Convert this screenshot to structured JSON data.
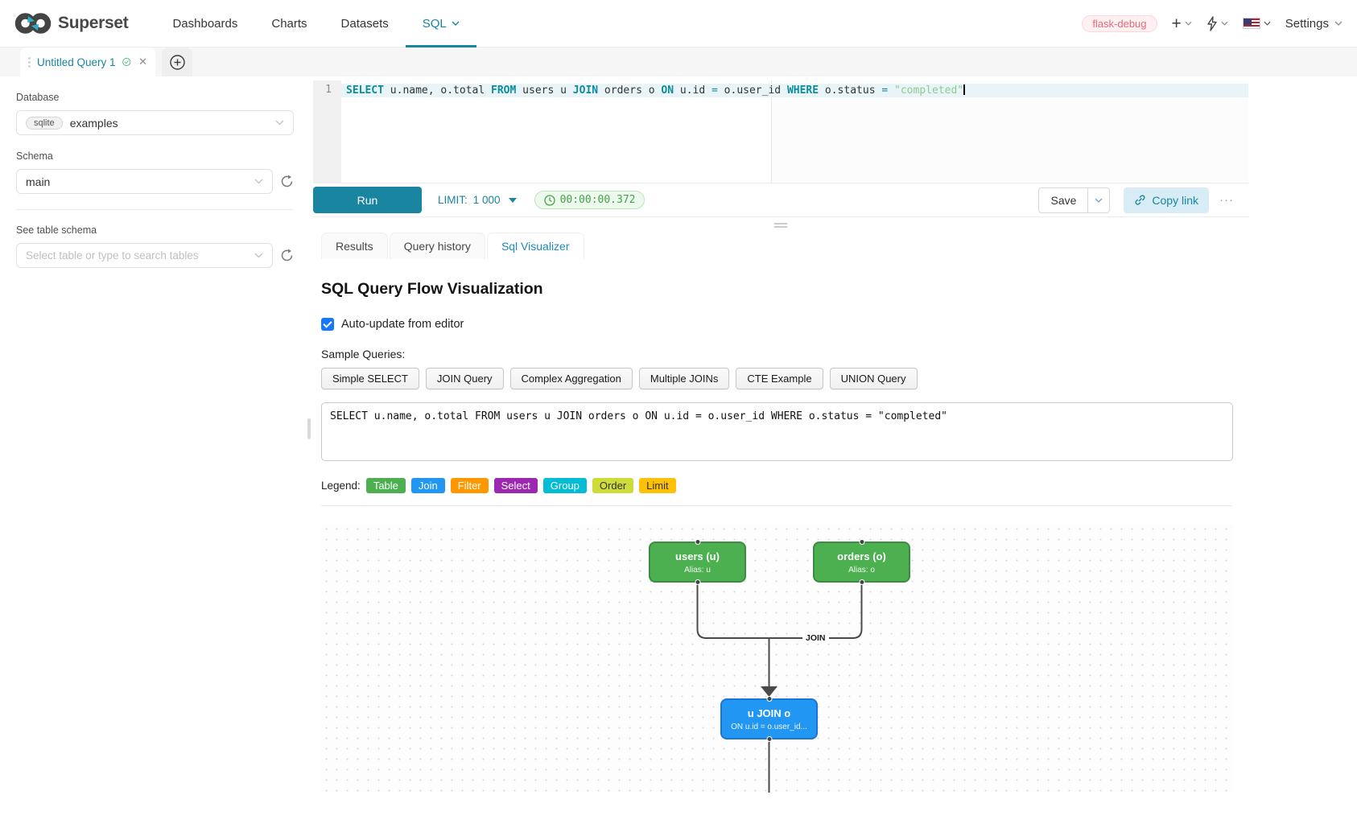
{
  "colors": {
    "accent": "#1985a0",
    "run_button": "#1a85a0",
    "timer_green": "#46a14c",
    "badge_pink": "#e5697b",
    "node_table": "#4caf50",
    "node_join": "#2196f3"
  },
  "nav": {
    "brand": "Superset",
    "items": [
      {
        "label": "Dashboards"
      },
      {
        "label": "Charts"
      },
      {
        "label": "Datasets"
      },
      {
        "label": "SQL"
      }
    ],
    "env_badge": "flask-debug",
    "settings_label": "Settings"
  },
  "editor_tab": {
    "title": "Untitled Query 1",
    "close_icon": "✕"
  },
  "sidebar": {
    "database_label": "Database",
    "database_engine": "sqlite",
    "database_name": "examples",
    "schema_label": "Schema",
    "schema_value": "main",
    "table_label": "See table schema",
    "table_placeholder": "Select table or type to search tables"
  },
  "sql_editor": {
    "line_number": "1",
    "tokens": [
      {
        "text": "SELECT",
        "type": "kw"
      },
      {
        "text": " u.name, o.total ",
        "type": "plain"
      },
      {
        "text": "FROM",
        "type": "kw"
      },
      {
        "text": " users u ",
        "type": "plain"
      },
      {
        "text": "JOIN",
        "type": "kw"
      },
      {
        "text": " orders o ",
        "type": "plain"
      },
      {
        "text": "ON",
        "type": "kw"
      },
      {
        "text": " u.id ",
        "type": "plain"
      },
      {
        "text": "=",
        "type": "op"
      },
      {
        "text": " o.user_id ",
        "type": "plain"
      },
      {
        "text": "WHERE",
        "type": "kw"
      },
      {
        "text": " o.status ",
        "type": "plain"
      },
      {
        "text": "=",
        "type": "op"
      },
      {
        "text": " ",
        "type": "plain"
      },
      {
        "text": "\"completed\"",
        "type": "str"
      }
    ]
  },
  "toolbar": {
    "run_label": "Run",
    "limit_label": "LIMIT:",
    "limit_value": "1 000",
    "timer": "00:00:00.372",
    "save_label": "Save",
    "copy_link_label": "Copy link",
    "more_icon": "···"
  },
  "result_tabs": [
    {
      "label": "Results"
    },
    {
      "label": "Query history"
    },
    {
      "label": "Sql Visualizer"
    }
  ],
  "visualizer": {
    "title": "SQL Query Flow Visualization",
    "auto_update_label": "Auto-update from editor",
    "auto_update_checked": true,
    "sample_queries_label": "Sample Queries:",
    "sample_queries": [
      {
        "label": "Simple SELECT"
      },
      {
        "label": "JOIN Query"
      },
      {
        "label": "Complex Aggregation"
      },
      {
        "label": "Multiple JOINs"
      },
      {
        "label": "CTE Example"
      },
      {
        "label": "UNION Query"
      }
    ],
    "query_text": "SELECT u.name, o.total FROM users u JOIN orders o ON u.id = o.user_id WHERE o.status = \"completed\"",
    "legend_label": "Legend:",
    "legend": [
      {
        "label": "Table",
        "color": "#4caf50",
        "text_color": "#ffffff"
      },
      {
        "label": "Join",
        "color": "#2196f3",
        "text_color": "#ffffff"
      },
      {
        "label": "Filter",
        "color": "#ff9800",
        "text_color": "#ffffff"
      },
      {
        "label": "Select",
        "color": "#9c27b0",
        "text_color": "#ffffff"
      },
      {
        "label": "Group",
        "color": "#00bcd4",
        "text_color": "#ffffff"
      },
      {
        "label": "Order",
        "color": "#cddc39",
        "text_color": "#333333"
      },
      {
        "label": "Limit",
        "color": "#ffc107",
        "text_color": "#333333"
      }
    ],
    "flow": {
      "nodes": [
        {
          "title": "users (u)",
          "subtitle": "Alias: u",
          "color": "#4caf50"
        },
        {
          "title": "orders (o)",
          "subtitle": "Alias: o",
          "color": "#4caf50"
        },
        {
          "title": "u JOIN o",
          "subtitle": "ON u.id = o.user_id...",
          "color": "#2196f3"
        }
      ],
      "edge_label": "JOIN"
    }
  }
}
